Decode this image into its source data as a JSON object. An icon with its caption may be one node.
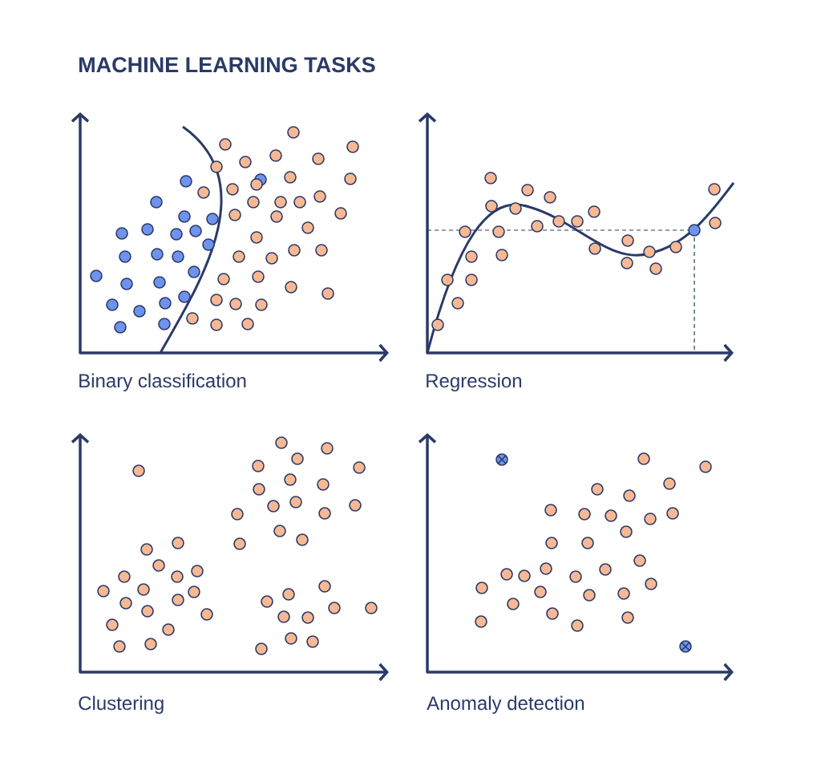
{
  "diagram": {
    "title": "MACHINE LEARNING TASKS",
    "labels": [
      "Binary classification",
      "Regression",
      "Clustering",
      "Anomaly detection"
    ]
  }
}
